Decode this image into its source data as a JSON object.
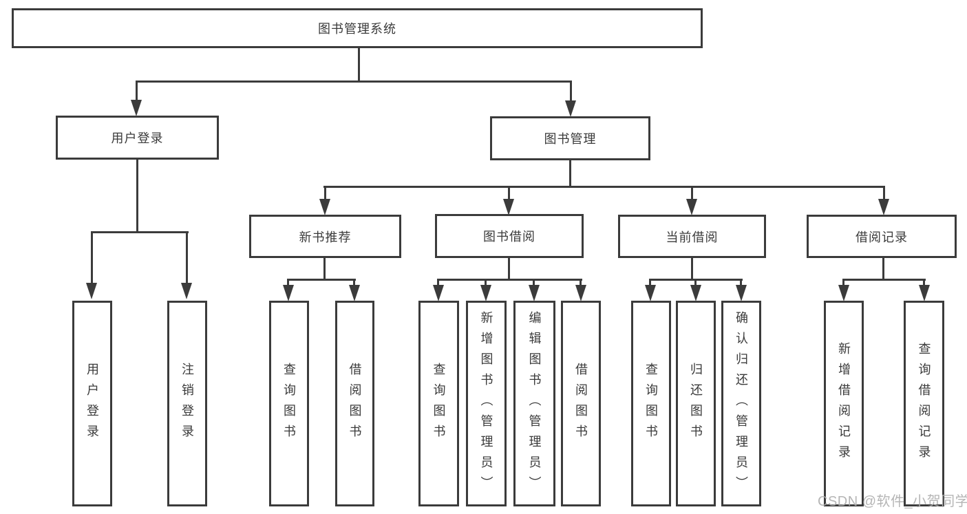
{
  "root": {
    "label": "图书管理系统",
    "children": [
      {
        "label": "用户登录",
        "children": [
          {
            "label": "用户登录"
          },
          {
            "label": "注销登录"
          }
        ]
      },
      {
        "label": "图书管理",
        "children": [
          {
            "label": "新书推荐",
            "children": [
              {
                "label": "查询图书"
              },
              {
                "label": "借阅图书"
              }
            ]
          },
          {
            "label": "图书借阅",
            "children": [
              {
                "label": "查询图书"
              },
              {
                "label": "新增图书（管理员）"
              },
              {
                "label": "编辑图书（管理员）"
              },
              {
                "label": "借阅图书"
              }
            ]
          },
          {
            "label": "当前借阅",
            "children": [
              {
                "label": "查询图书"
              },
              {
                "label": "归还图书"
              },
              {
                "label": "确认归还（管理员）"
              }
            ]
          },
          {
            "label": "借阅记录",
            "children": [
              {
                "label": "新增借阅记录"
              },
              {
                "label": "查询借阅记录"
              }
            ]
          }
        ]
      }
    ]
  },
  "watermark": "CSDN @软件_小贺同学",
  "colors": {
    "line": "#3b3b3b",
    "text": "#3a3a3a",
    "watermark": "#aeaeae",
    "background": "#ffffff"
  }
}
